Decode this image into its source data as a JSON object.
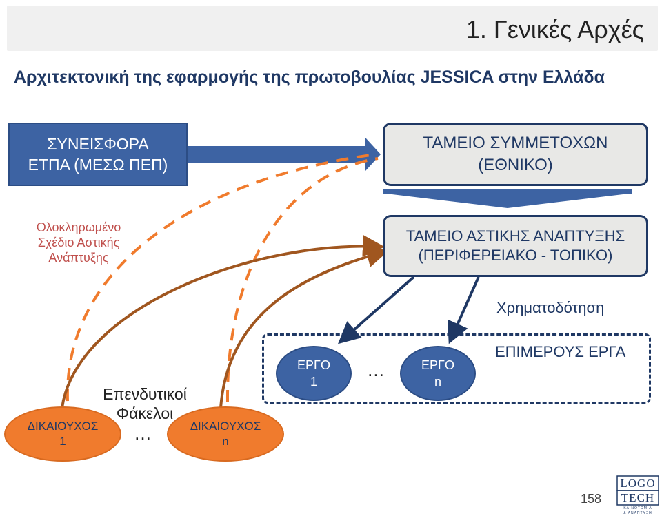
{
  "header": {
    "title": "1. Γενικές Αρχές",
    "subtitle": "Αρχιτεκτονική της εφαρμογής της πρωτοβουλίας JESSICA στην Ελλάδα"
  },
  "boxes": {
    "contribution": {
      "line1": "ΣΥΝΕΙΣΦΟΡΑ",
      "line2": "ΕΤΠΑ (ΜΕΣΩ ΠΕΠ)"
    },
    "holding_fund": {
      "line1": "ΤΑΜΕΙΟ ΣΥΜΜΕΤΟΧΩΝ",
      "line2": "(ΕΘΝΙΚΟ)"
    },
    "urban_fund": {
      "line1": "ΤΑΜΕΙΟ ΑΣΤΙΚΗΣ ΑΝΑΠΤΥΞΗΣ",
      "line2": "(ΠΕΡΙΦΕΡΕΙΑΚΟ - ΤΟΠΙΚΟ)"
    }
  },
  "labels": {
    "integrated_plan": [
      "Ολοκληρωμένο",
      "Σχέδιο Αστικής",
      "Ανάπτυξης"
    ],
    "financing": "Χρηματοδότηση",
    "sub_projects": "ΕΠΙΜΕΡΟΥΣ ΕΡΓΑ",
    "investment_files": [
      "Επενδυτικοί",
      "Φάκελοι"
    ],
    "ellipsis_beneficiaries": "…",
    "ellipsis_projects": "…"
  },
  "beneficiaries": [
    {
      "line1": "ΔΙΚΑΙΟΥΧΟΣ",
      "line2": "1"
    },
    {
      "line1": "ΔΙΚΑΙΟΥΧΟΣ",
      "line2": "n"
    }
  ],
  "projects": [
    {
      "line1": "ΕΡΓΟ",
      "line2": "1"
    },
    {
      "line1": "ΕΡΓΟ",
      "line2": "n"
    }
  ],
  "footer": {
    "page_number": "158",
    "logo": {
      "line1": "LOGO",
      "line2": "TECH",
      "tag1": "ΚΑΙΝΟΤΟΜΙΑ",
      "tag2": "& ΑΝΑΠΤΥΞΗ"
    }
  },
  "colors": {
    "dark_blue": "#1f3864",
    "blue": "#3d63a3",
    "orange": "#f07b2d",
    "brown_arrow": "#a0561f",
    "red_text": "#c0504d"
  }
}
